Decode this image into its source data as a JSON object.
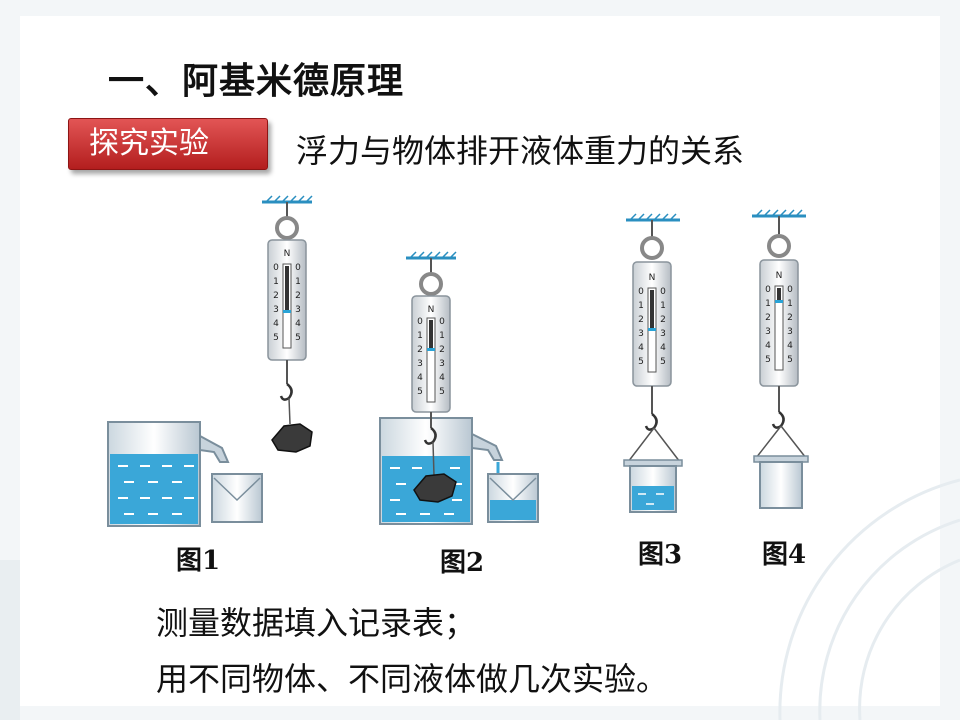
{
  "slide": {
    "heading": "一、阿基米德原理",
    "tag": "探究实验",
    "topic": "浮力与物体排开液体重力的关系"
  },
  "figures": [
    {
      "label": "图1"
    },
    {
      "label": "图2"
    },
    {
      "label": "图3"
    },
    {
      "label": "图4"
    }
  ],
  "scale": {
    "unit": "N",
    "ticks": [
      "0",
      "1",
      "2",
      "3",
      "4",
      "5"
    ]
  },
  "notes": [
    "测量数据填入记录表；",
    "用不同物体、不同液体做几次实验。"
  ],
  "colors": {
    "tag": "#c62828",
    "water": "#29a3d6",
    "beaker": "#9fb4c4"
  }
}
